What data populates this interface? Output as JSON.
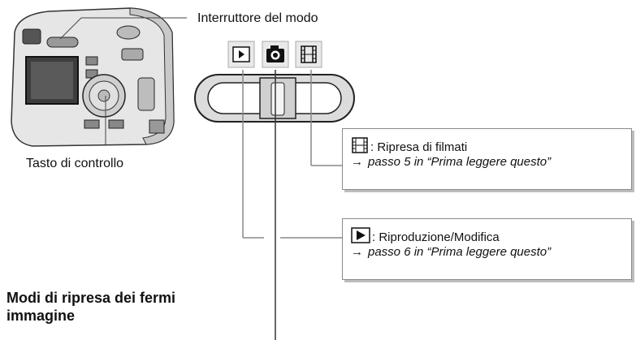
{
  "labels": {
    "mode_switch": "Interruttore del modo",
    "control_button": "Tasto di controllo"
  },
  "callouts": [
    {
      "icon": "movie-mode-icon",
      "title": ": Ripresa di filmati",
      "reference": "passo 5 in “Prima leggere questo”"
    },
    {
      "icon": "playback-icon",
      "title": ": Riproduzione/Modifica",
      "reference": "passo 6 in “Prima leggere questo”"
    }
  ],
  "arrow_glyph": "→",
  "heading": {
    "line1": "Modi di ripresa dei fermi",
    "line2": "immagine"
  },
  "mode_switch_icons": [
    "playback-icon",
    "camera-icon",
    "movie-mode-icon"
  ]
}
